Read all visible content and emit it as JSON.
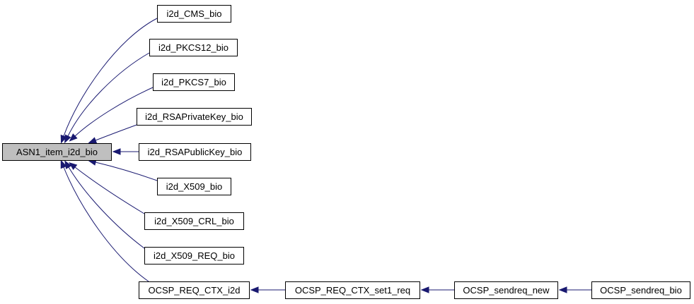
{
  "colors": {
    "edge": "#191970",
    "root_fill": "#bfbfbf",
    "node_fill": "#ffffff",
    "border": "#000000"
  },
  "nodes": [
    {
      "id": "ASN1_item_i2d_bio",
      "label": "ASN1_item_i2d_bio"
    },
    {
      "id": "i2d_CMS_bio",
      "label": "i2d_CMS_bio"
    },
    {
      "id": "i2d_PKCS12_bio",
      "label": "i2d_PKCS12_bio"
    },
    {
      "id": "i2d_PKCS7_bio",
      "label": "i2d_PKCS7_bio"
    },
    {
      "id": "i2d_RSAPrivateKey_bio",
      "label": "i2d_RSAPrivateKey_bio"
    },
    {
      "id": "i2d_RSAPublicKey_bio",
      "label": "i2d_RSAPublicKey_bio"
    },
    {
      "id": "i2d_X509_bio",
      "label": "i2d_X509_bio"
    },
    {
      "id": "i2d_X509_CRL_bio",
      "label": "i2d_X509_CRL_bio"
    },
    {
      "id": "i2d_X509_REQ_bio",
      "label": "i2d_X509_REQ_bio"
    },
    {
      "id": "OCSP_REQ_CTX_i2d",
      "label": "OCSP_REQ_CTX_i2d"
    },
    {
      "id": "OCSP_REQ_CTX_set1_req",
      "label": "OCSP_REQ_CTX_set1_req"
    },
    {
      "id": "OCSP_sendreq_new",
      "label": "OCSP_sendreq_new"
    },
    {
      "id": "OCSP_sendreq_bio",
      "label": "OCSP_sendreq_bio"
    }
  ],
  "edges": [
    {
      "from": "i2d_CMS_bio",
      "to": "ASN1_item_i2d_bio"
    },
    {
      "from": "i2d_PKCS12_bio",
      "to": "ASN1_item_i2d_bio"
    },
    {
      "from": "i2d_PKCS7_bio",
      "to": "ASN1_item_i2d_bio"
    },
    {
      "from": "i2d_RSAPrivateKey_bio",
      "to": "ASN1_item_i2d_bio"
    },
    {
      "from": "i2d_RSAPublicKey_bio",
      "to": "ASN1_item_i2d_bio"
    },
    {
      "from": "i2d_X509_bio",
      "to": "ASN1_item_i2d_bio"
    },
    {
      "from": "i2d_X509_CRL_bio",
      "to": "ASN1_item_i2d_bio"
    },
    {
      "from": "i2d_X509_REQ_bio",
      "to": "ASN1_item_i2d_bio"
    },
    {
      "from": "OCSP_REQ_CTX_i2d",
      "to": "ASN1_item_i2d_bio"
    },
    {
      "from": "OCSP_REQ_CTX_set1_req",
      "to": "OCSP_REQ_CTX_i2d"
    },
    {
      "from": "OCSP_sendreq_new",
      "to": "OCSP_REQ_CTX_set1_req"
    },
    {
      "from": "OCSP_sendreq_bio",
      "to": "OCSP_sendreq_new"
    }
  ]
}
